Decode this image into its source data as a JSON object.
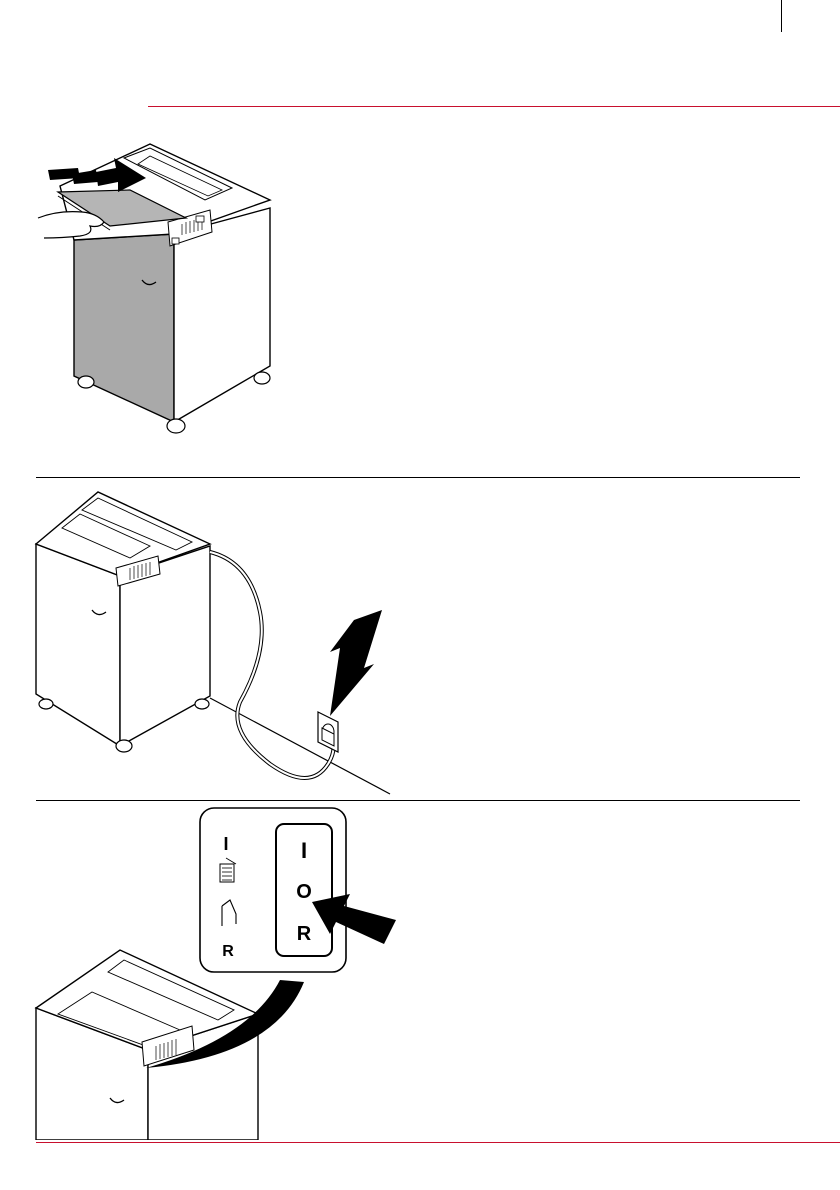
{
  "switch_panel": {
    "left_labels": {
      "on": "I",
      "reverse": "R"
    },
    "rocker_labels": {
      "on": "I",
      "off": "O",
      "reverse": "R"
    }
  },
  "colors": {
    "accent_rule": "#c8102e",
    "shredder_door": "#a9a9a9"
  },
  "icons": [
    "feed-arrows-icon",
    "plug-arrow-icon",
    "switch-arrow-icon",
    "bin-full-icon",
    "door-open-icon"
  ]
}
